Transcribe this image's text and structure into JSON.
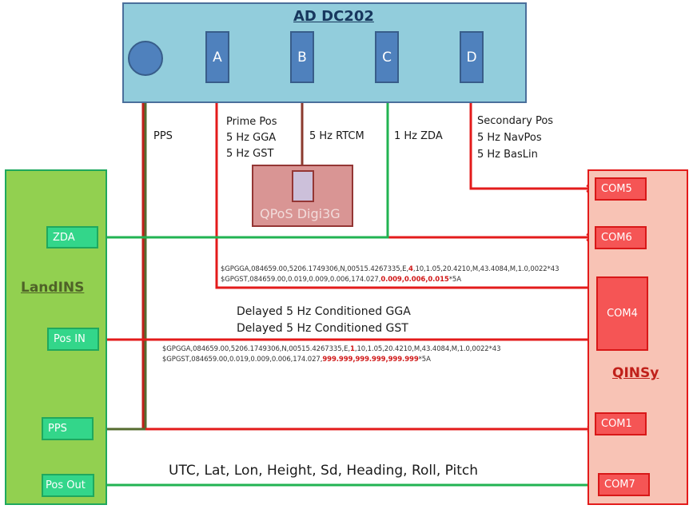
{
  "colors": {
    "red_link": "#e31b1b",
    "green_link": "#22b352",
    "brown_link": "#8b3a2e",
    "pps_link": "#556b2f",
    "ad_box_fill": "#92cddc",
    "ad_port_fill": "#4f81bd",
    "landins_fill": "#92d050",
    "qinsy_fill": "#f8c3b5",
    "qpos_fill": "#d99594"
  },
  "ad_dc202": {
    "title": "AD DC202",
    "ports": [
      {
        "id": "pps",
        "label": "",
        "shape": "circle"
      },
      {
        "id": "A",
        "label": "A"
      },
      {
        "id": "B",
        "label": "B"
      },
      {
        "id": "C",
        "label": "C"
      },
      {
        "id": "D",
        "label": "D"
      }
    ]
  },
  "qpos": {
    "title": "QPoS Digi3G"
  },
  "landins": {
    "title": "LandINS",
    "ports": [
      {
        "id": "zda",
        "label": "ZDA"
      },
      {
        "id": "pos_in",
        "label": "Pos IN"
      },
      {
        "id": "pps",
        "label": "PPS"
      },
      {
        "id": "pos_out",
        "label": "Pos Out"
      }
    ]
  },
  "qinsy": {
    "title": "QINSy",
    "ports": [
      {
        "id": "com5",
        "label": "COM5"
      },
      {
        "id": "com6",
        "label": "COM6"
      },
      {
        "id": "com4",
        "label": "COM4"
      },
      {
        "id": "com1",
        "label": "COM1"
      },
      {
        "id": "com7",
        "label": "COM7"
      }
    ]
  },
  "link_labels": {
    "pps": "PPS",
    "prime_pos": [
      "Prime Pos",
      "5 Hz GGA",
      "5 Hz GST"
    ],
    "rtcm": "5 Hz RTCM",
    "zda": "1 Hz ZDA",
    "secondary_pos": [
      "Secondary Pos",
      "5 Hz NavPos",
      "5 Hz BasLin"
    ],
    "delayed": [
      "Delayed 5 Hz Conditioned GGA",
      "Delayed 5 Hz Conditioned GST"
    ],
    "pos_out": "UTC, Lat, Lon, Height, Sd, Heading, Roll, Pitch"
  },
  "nmea_prime": {
    "gga_pre": "$GPGGA,084659.00,5206.1749306,N,00515.4267335,E,",
    "gga_hl": "4",
    "gga_post": ",10,1.05,20.4210,M,43.4084,M,1.0,0022*43",
    "gst_pre": "$GPGST,084659.00,0.019,0.009,0.006,174.027,",
    "gst_hl": "0.009,0.006,0.015",
    "gst_post": "*5A"
  },
  "nmea_delayed": {
    "gga_pre": "$GPGGA,084659.00,5206.1749306,N,00515.4267335,E,",
    "gga_hl": "1",
    "gga_post": ",10,1.05,20.4210,M,43.4084,M,1.0,0022*43",
    "gst_pre": "$GPGST,084659.00,0.019,0.009,0.006,174.027,",
    "gst_hl": "999.999,999.999,999.999",
    "gst_post": "*5A"
  }
}
